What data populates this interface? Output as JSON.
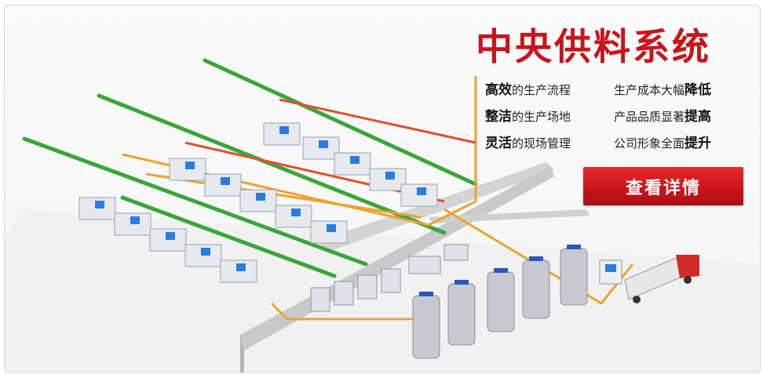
{
  "banner": {
    "title": "中央供料系统",
    "cta_label": "查看详情",
    "benefits": [
      {
        "strong_prefix": "高效",
        "text": "的生产流程",
        "strong_suffix": ""
      },
      {
        "strong_prefix": "",
        "text": "生产成本大幅",
        "strong_suffix": "降低"
      },
      {
        "strong_prefix": "整洁",
        "text": "的生产场地",
        "strong_suffix": ""
      },
      {
        "strong_prefix": "",
        "text": "产品品质显著",
        "strong_suffix": "提高"
      },
      {
        "strong_prefix": "灵活",
        "text": "的现场管理",
        "strong_suffix": ""
      },
      {
        "strong_prefix": "",
        "text": "公司形象全面",
        "strong_suffix": "提升"
      }
    ]
  },
  "colors": {
    "accent_red": "#c8141b",
    "conveyor_green": "#3aa63a",
    "pipe_orange": "#f0a030",
    "machine_blue": "#2a7de0",
    "wall_gray": "#cfcfcf"
  },
  "illustration": {
    "icon": "central-feeding-factory-illustration"
  }
}
